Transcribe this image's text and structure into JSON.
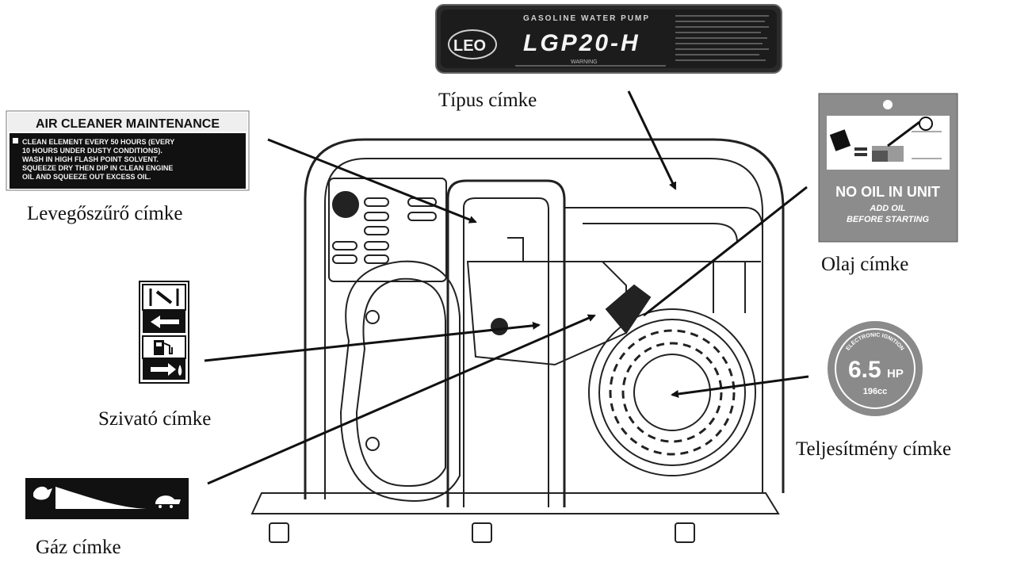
{
  "captions": {
    "tipus": "Típus címke",
    "levegoszuro": "Levegőszűrő címke",
    "szivato": "Szivató címke",
    "gaz": "Gáz címke",
    "olaj": "Olaj címke",
    "teljesitmeny": "Teljesítmény címke"
  },
  "type_plate": {
    "brand": "LEO",
    "model": "LGP20-H",
    "heading": "GASOLINE WATER PUMP",
    "small_label": "WARNING"
  },
  "air_cleaner": {
    "title": "AIR CLEANER MAINTENANCE",
    "lines": [
      "CLEAN ELEMENT EVERY 50 HOURS (EVERY",
      "10 HOURS UNDER DUSTY CONDITIONS).",
      "WASH IN HIGH FLASH POINT SOLVENT.",
      "SQUEEZE DRY THEN DIP IN CLEAN ENGINE",
      "OIL AND SQUEEZE OUT EXCESS OIL."
    ]
  },
  "oil_label": {
    "headline": "NO OIL IN UNIT",
    "line1": "ADD OIL",
    "line2": "BEFORE STARTING"
  },
  "power_label": {
    "ring_text": "ELECTRONIC IGNITION",
    "value": "6.5",
    "unit": "HP",
    "displacement": "196cc"
  },
  "colors": {
    "label_black": "#111111",
    "plate_dark": "#222222",
    "oil_grey": "#8c8c8c",
    "power_grey": "#8a8a8a",
    "line": "#222222"
  }
}
